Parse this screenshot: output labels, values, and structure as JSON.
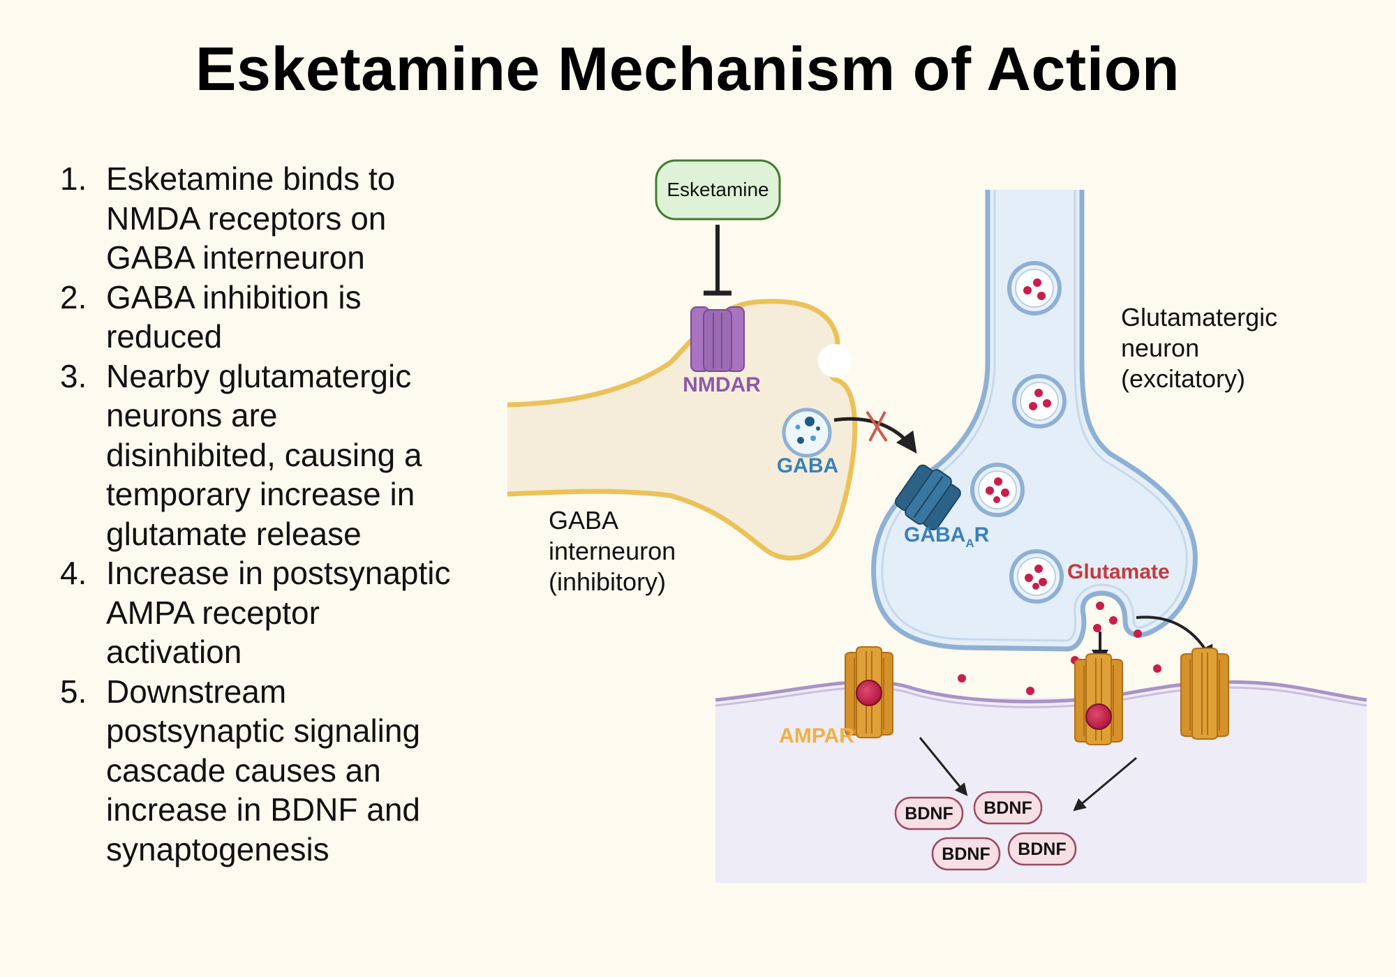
{
  "title": "Esketamine Mechanism of Action",
  "steps": [
    {
      "num": "1.",
      "text": "Esketamine binds to NMDA receptors on GABA interneuron"
    },
    {
      "num": "2.",
      "text": "GABA inhibition is reduced"
    },
    {
      "num": "3.",
      "text": "Nearby glutamatergic neurons are disinhibited, causing a temporary increase in glutamate release"
    },
    {
      "num": "4.",
      "text": "Increase in postsynaptic AMPA receptor activation"
    },
    {
      "num": "5.",
      "text": "Downstream postsynaptic signaling cascade causes an increase in BDNF and synaptogenesis"
    }
  ],
  "diagram": {
    "esketamine": "Esketamine",
    "nmdar": "NMDAR",
    "gaba": "GABA",
    "gabaar_main": "GABA",
    "gabaar_sub": "A",
    "gabaar_end": "R",
    "glutamate": "Glutamate",
    "ampar": "AMPAR",
    "bdnf": [
      "BDNF",
      "BDNF",
      "BDNF",
      "BDNF"
    ],
    "gaba_neuron_label": [
      "GABA",
      "interneuron",
      "(inhibitory)"
    ],
    "glut_neuron_label": [
      "Glutamatergic",
      "neuron",
      "(excitatory)"
    ]
  },
  "colors": {
    "background": "#fdfaf0",
    "gaba_neuron_fill": "#f5edda",
    "gaba_neuron_stroke": "#ebc25a",
    "glut_neuron_fill": "#e4eef8",
    "glut_neuron_stroke": "#8eb0d4",
    "postsynaptic_fill": "#eeecf6",
    "membrane": "#a893c8",
    "nmdar": "#9b6bb3",
    "gabaar": "#2d6288",
    "gaba_text": "#3b80b9",
    "glutamate_text": "#c43a3f",
    "ampar": "#d6922a",
    "ampar_text": "#f0b043",
    "glutamate_dot": "#c81e4b",
    "esketamine_fill": "#dff2d8",
    "esketamine_stroke": "#3f7d2e",
    "bdnf_fill": "#f7dfe6",
    "bdnf_stroke": "#9a4a60"
  }
}
